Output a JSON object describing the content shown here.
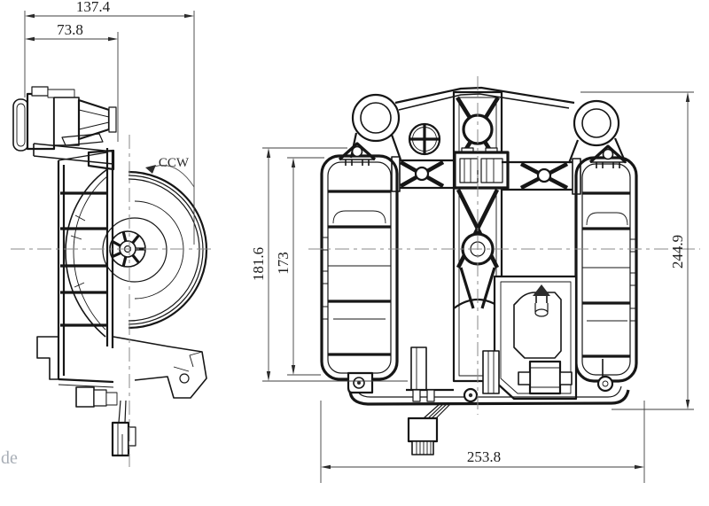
{
  "drawing": {
    "background_color": "#ffffff",
    "line_color": "#161616",
    "centerline_color": "#8a8a8a",
    "dimension_color": "#2c2c2c",
    "watermark": "de",
    "side_view": {
      "rotation_label": "CCW",
      "dims": {
        "overall_depth": "137.4",
        "motor_depth": "73.8"
      }
    },
    "front_view": {
      "dims": {
        "mount_height": "181.6",
        "body_height": "173",
        "overall_height": "244.9",
        "overall_width": "253.8"
      }
    }
  }
}
